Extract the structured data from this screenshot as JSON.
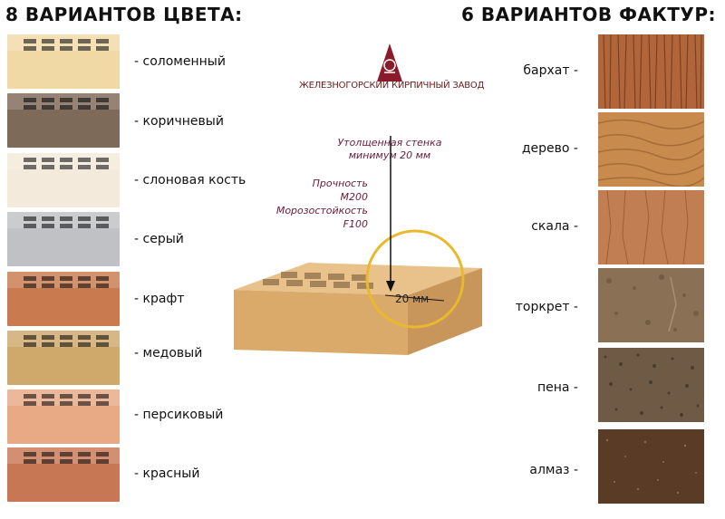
{
  "headings": {
    "colors": "8 ВАРИАНТОВ ЦВЕТА:",
    "textures": "6 ВАРИАНТОВ ФАКТУР:"
  },
  "logo": {
    "text": "ЖЕЛЕЗНОГОРСКИЙ КИРПИЧНЫЙ ЗАВОД",
    "color": "#8b1a2b"
  },
  "annotations": {
    "wall_line1": "Утолщенная стенка",
    "wall_line2": "минимум 20 мм",
    "strength_label": "Прочность",
    "strength_value": "М200",
    "frost_label": "Морозостойкость",
    "frost_value": "F100",
    "dimension": "20 мм"
  },
  "colors": [
    {
      "label": "- соломенный",
      "hex": "#f1d9a6"
    },
    {
      "label": "- коричневый",
      "hex": "#7e6a58"
    },
    {
      "label": "- слоновая кость",
      "hex": "#f4eadb"
    },
    {
      "label": "- серый",
      "hex": "#bfc1c4"
    },
    {
      "label": "- крафт",
      "hex": "#c97a4f"
    },
    {
      "label": "- медовый",
      "hex": "#cfa86b"
    },
    {
      "label": "- персиковый",
      "hex": "#e8a985"
    },
    {
      "label": "- красный",
      "hex": "#c87754"
    }
  ],
  "textures": [
    {
      "label": "бархат -",
      "hex": "#b0653a"
    },
    {
      "label": "дерево -",
      "hex": "#c98a4d"
    },
    {
      "label": "скала -",
      "hex": "#c17e52"
    },
    {
      "label": "торкрет -",
      "hex": "#8a7054"
    },
    {
      "label": "пена -",
      "hex": "#6e5a45"
    },
    {
      "label": "алмаз -",
      "hex": "#5a3c26"
    }
  ],
  "brick_color": "#e3b878",
  "highlight_color": "#e8b92c"
}
